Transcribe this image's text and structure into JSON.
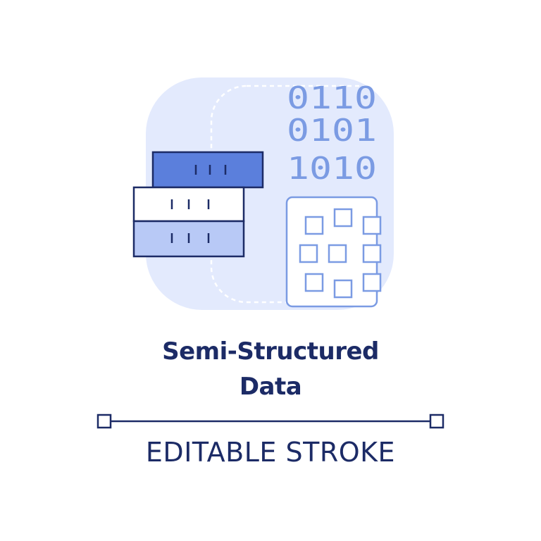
{
  "title_lines": [
    "Semi-Structured",
    "Data"
  ],
  "caption": "EDITABLE STROKE",
  "binary_rows": [
    "0110",
    "0101",
    "1010"
  ],
  "colors": {
    "navy": "#1c2b66",
    "accent_blue": "#5b7fdc",
    "light_blue": "#b8c9f6",
    "background_blue": "#e3eafd",
    "symbol_blue": "#7b9be3"
  },
  "icons": [
    "stacked-database-icon",
    "binary-code-icon",
    "data-grid-icon"
  ]
}
